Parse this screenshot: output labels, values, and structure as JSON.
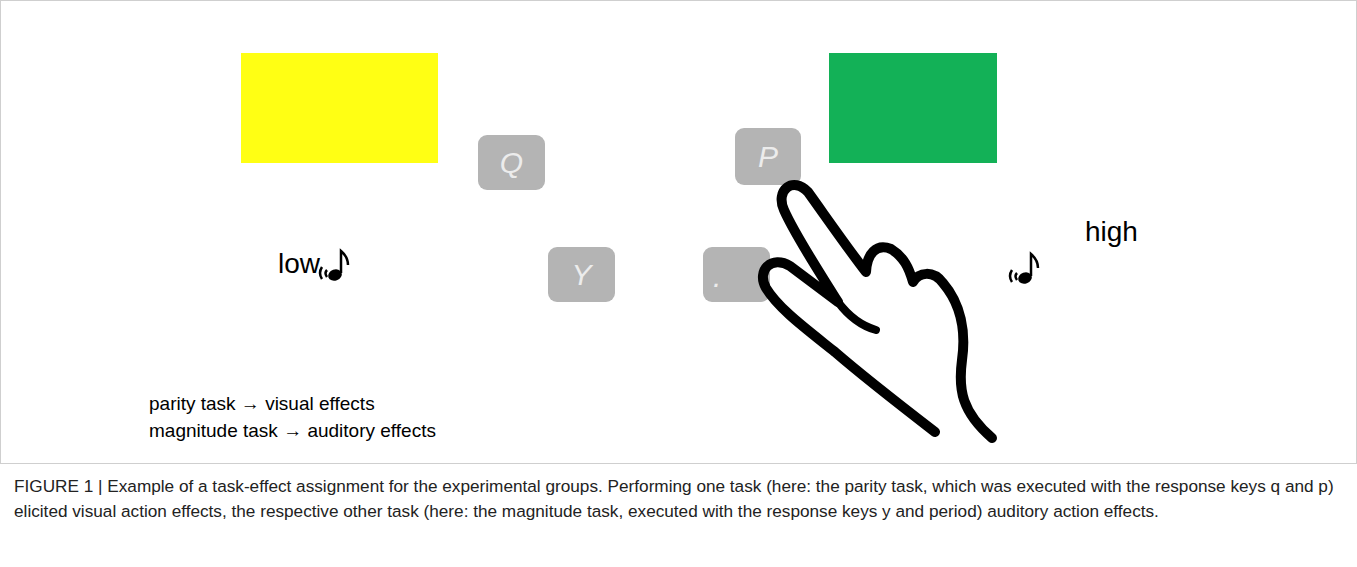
{
  "diagram": {
    "caption": "FIGURE 1 | Example of a task-effect assignment for the experimental groups. Performing one task (here: the parity task, which was executed with the response keys q and p) elicited visual action effects, the respective other task (here: the magnitude task, executed with the response keys y and period) auditory action effects.",
    "nodes": [
      {
        "text": [
          "Q"
        ]
      },
      {
        "text": [
          "P"
        ]
      },
      {
        "text": [
          "Y"
        ]
      },
      {
        "text": [
          "."
        ]
      }
    ],
    "labels": [
      "low",
      "high",
      "parity task → visual effects",
      "magnitude task → auditory effects"
    ]
  }
}
